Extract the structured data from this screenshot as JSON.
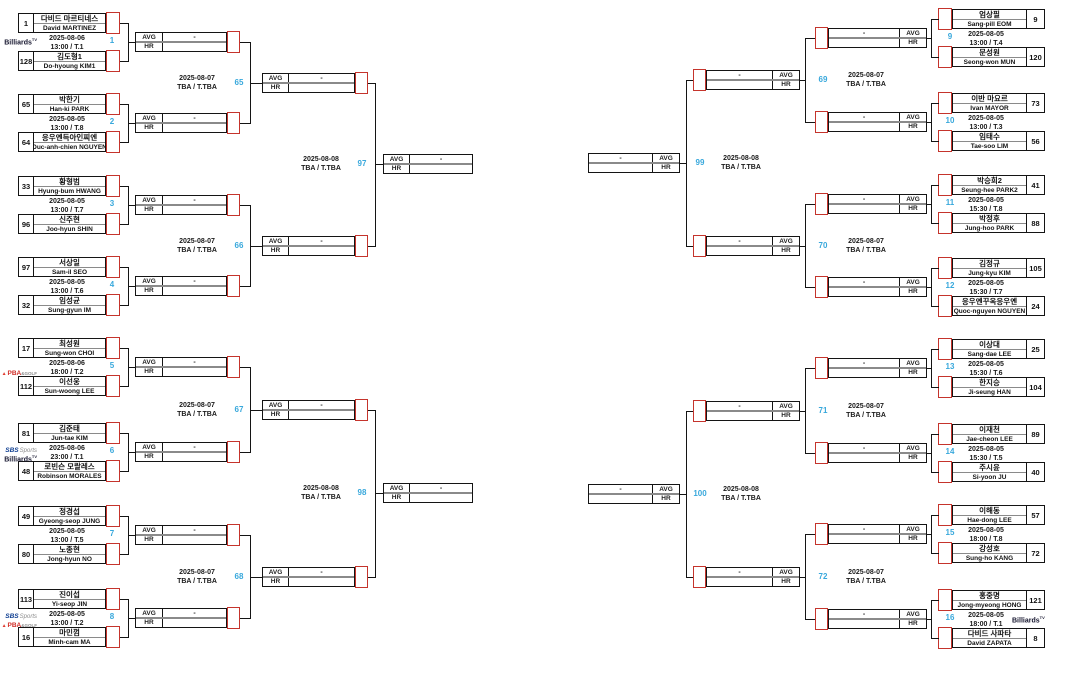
{
  "colors": {
    "score_cell_border": "#c5342c",
    "match_number_blue": "#38a8dc",
    "divider_gray": "#8a8a8a",
    "line_black": "#141414"
  },
  "box_labels": {
    "avg": "AVG",
    "hr": "HR",
    "placeholder": "-"
  },
  "logos": {
    "billiards": "Billiards",
    "billiards_tv": "TV",
    "sbs": "SBS",
    "sbs_sports": "Sports",
    "pba_icon": "▲",
    "pba": "PBA",
    "pba_golf": "&GOLF"
  },
  "first_round": [
    {
      "no": "1",
      "date": "2025-08-06",
      "slot": "13:00 / T.1",
      "top": {
        "seed": "1",
        "kr": "다비드 마르티네스",
        "en": "David MARTINEZ"
      },
      "bottom": {
        "seed": "128",
        "kr": "김도형1",
        "en": "Do-hyoung KIM1"
      }
    },
    {
      "no": "2",
      "date": "2025-08-05",
      "slot": "13:00 / T.8",
      "top": {
        "seed": "65",
        "kr": "박한기",
        "en": "Han-ki PARK"
      },
      "bottom": {
        "seed": "64",
        "kr": "응우옌득아인찌엔",
        "en": "Duc-anh-chien NGUYEN"
      }
    },
    {
      "no": "3",
      "date": "2025-08-05",
      "slot": "13:00 / T.7",
      "top": {
        "seed": "33",
        "kr": "황형범",
        "en": "Hyung-bum HWANG"
      },
      "bottom": {
        "seed": "96",
        "kr": "신주현",
        "en": "Joo-hyun SHIN"
      }
    },
    {
      "no": "4",
      "date": "2025-08-05",
      "slot": "13:00 / T.6",
      "top": {
        "seed": "97",
        "kr": "서상일",
        "en": "Sam-il SEO"
      },
      "bottom": {
        "seed": "32",
        "kr": "임성균",
        "en": "Sung-gyun IM"
      }
    },
    {
      "no": "5",
      "date": "2025-08-06",
      "slot": "18:00 / T.2",
      "top": {
        "seed": "17",
        "kr": "최성원",
        "en": "Sung-won CHOI"
      },
      "bottom": {
        "seed": "112",
        "kr": "이선웅",
        "en": "Sun-woong LEE"
      }
    },
    {
      "no": "6",
      "date": "2025-08-06",
      "slot": "23:00 / T.1",
      "top": {
        "seed": "81",
        "kr": "김준태",
        "en": "Jun-tae KIM"
      },
      "bottom": {
        "seed": "48",
        "kr": "로빈슨 모랄레스",
        "en": "Robinson MORALES"
      }
    },
    {
      "no": "7",
      "date": "2025-08-05",
      "slot": "13:00 / T.5",
      "top": {
        "seed": "49",
        "kr": "정경섭",
        "en": "Gyeong-seop JUNG"
      },
      "bottom": {
        "seed": "80",
        "kr": "노종현",
        "en": "Jong-hyun NO"
      }
    },
    {
      "no": "8",
      "date": "2025-08-05",
      "slot": "13:00 / T.2",
      "top": {
        "seed": "113",
        "kr": "진이섭",
        "en": "Yi-seop JIN"
      },
      "bottom": {
        "seed": "16",
        "kr": "마민껌",
        "en": "Minh-cam MA"
      }
    },
    {
      "no": "9",
      "date": "2025-08-05",
      "slot": "13:00 / T.4",
      "top": {
        "seed": "9",
        "kr": "엄상필",
        "en": "Sang-pill EOM"
      },
      "bottom": {
        "seed": "120",
        "kr": "문성원",
        "en": "Seong-won MUN"
      }
    },
    {
      "no": "10",
      "date": "2025-08-05",
      "slot": "13:00 / T.3",
      "top": {
        "seed": "73",
        "kr": "이반 마요르",
        "en": "Ivan MAYOR"
      },
      "bottom": {
        "seed": "56",
        "kr": "임태수",
        "en": "Tae-soo LIM"
      }
    },
    {
      "no": "11",
      "date": "2025-08-05",
      "slot": "15:30 / T.8",
      "top": {
        "seed": "41",
        "kr": "박승희2",
        "en": "Seung-hee PARK2"
      },
      "bottom": {
        "seed": "88",
        "kr": "박정후",
        "en": "Jung-hoo PARK"
      }
    },
    {
      "no": "12",
      "date": "2025-08-05",
      "slot": "15:30 / T.7",
      "top": {
        "seed": "105",
        "kr": "김정규",
        "en": "Jung-kyu KIM"
      },
      "bottom": {
        "seed": "24",
        "kr": "응우옌꾸옥응우옌",
        "en": "Quoc-nguyen NGUYEN"
      }
    },
    {
      "no": "13",
      "date": "2025-08-05",
      "slot": "15:30 / T.6",
      "top": {
        "seed": "25",
        "kr": "이상대",
        "en": "Sang-dae LEE"
      },
      "bottom": {
        "seed": "104",
        "kr": "한지승",
        "en": "Ji-seung HAN"
      }
    },
    {
      "no": "14",
      "date": "2025-08-05",
      "slot": "15:30 / T.5",
      "top": {
        "seed": "89",
        "kr": "이재천",
        "en": "Jae-cheon LEE"
      },
      "bottom": {
        "seed": "40",
        "kr": "주시윤",
        "en": "Si-yoon JU"
      }
    },
    {
      "no": "15",
      "date": "2025-08-05",
      "slot": "18:00 / T.8",
      "top": {
        "seed": "57",
        "kr": "이해동",
        "en": "Hae-dong LEE"
      },
      "bottom": {
        "seed": "72",
        "kr": "강성호",
        "en": "Sung-ho KANG"
      }
    },
    {
      "no": "16",
      "date": "2025-08-05",
      "slot": "18:00 / T.1",
      "top": {
        "seed": "121",
        "kr": "홍중명",
        "en": "Jong-myeong HONG"
      },
      "bottom": {
        "seed": "8",
        "kr": "다비드 사파타",
        "en": "David ZAPATA"
      }
    }
  ],
  "second_round": [
    {
      "no": "65",
      "date": "2025-08-07",
      "slot": "TBA / T.TBA"
    },
    {
      "no": "66",
      "date": "2025-08-07",
      "slot": "TBA / T.TBA"
    },
    {
      "no": "67",
      "date": "2025-08-07",
      "slot": "TBA / T.TBA"
    },
    {
      "no": "68",
      "date": "2025-08-07",
      "slot": "TBA / T.TBA"
    },
    {
      "no": "69",
      "date": "2025-08-07",
      "slot": "TBA / T.TBA"
    },
    {
      "no": "70",
      "date": "2025-08-07",
      "slot": "TBA / T.TBA"
    },
    {
      "no": "71",
      "date": "2025-08-07",
      "slot": "TBA / T.TBA"
    },
    {
      "no": "72",
      "date": "2025-08-07",
      "slot": "TBA / T.TBA"
    }
  ],
  "third_round": [
    {
      "no": "97",
      "date": "2025-08-08",
      "slot": "TBA / T.TBA"
    },
    {
      "no": "98",
      "date": "2025-08-08",
      "slot": "TBA / T.TBA"
    },
    {
      "no": "99",
      "date": "2025-08-08",
      "slot": "TBA / T.TBA"
    },
    {
      "no": "100",
      "date": "2025-08-08",
      "slot": "TBA / T.TBA"
    }
  ]
}
